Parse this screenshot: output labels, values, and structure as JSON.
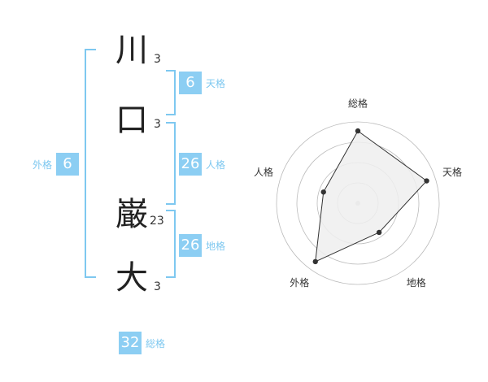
{
  "name": {
    "chars": [
      {
        "char": "川",
        "strokes": "3"
      },
      {
        "char": "口",
        "strokes": "3"
      },
      {
        "char": "巌",
        "strokes": "23"
      },
      {
        "char": "大",
        "strokes": "3"
      }
    ]
  },
  "fortune": {
    "tenkaku": {
      "value": "6",
      "label": "天格"
    },
    "jinkaku": {
      "value": "26",
      "label": "人格"
    },
    "chikaku": {
      "value": "26",
      "label": "地格"
    },
    "gaikaku": {
      "value": "6",
      "label": "外格"
    },
    "soukaku": {
      "value": "32",
      "label": "総格"
    }
  },
  "chart_data": {
    "type": "radar",
    "axes": [
      "総格",
      "天格",
      "地格",
      "外格",
      "人格"
    ],
    "rings": 4,
    "values": [
      4,
      4,
      2,
      4,
      2
    ],
    "max": 4.5,
    "colors": {
      "fill": "#efefef",
      "line": "#333333",
      "grid": "#bbbbbb"
    }
  }
}
